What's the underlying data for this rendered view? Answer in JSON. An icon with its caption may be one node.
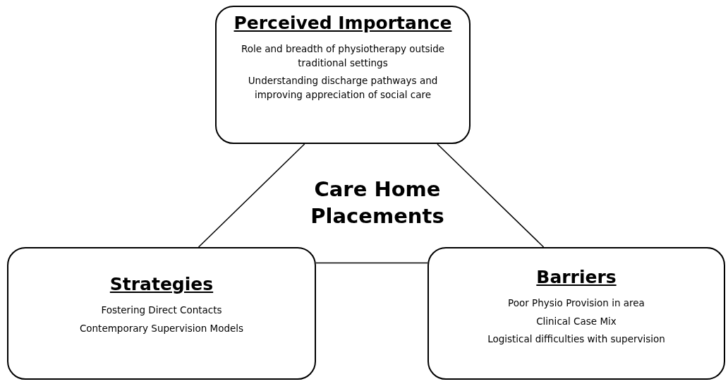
{
  "diagram": {
    "nodes": [
      {
        "text": [
          "Perceived Importance",
          "Role and breadth of physiotherapy outside traditional settings",
          "Understanding discharge pathways and improving appreciation of social care"
        ]
      },
      {
        "text": [
          "Strategies",
          "Fostering Direct Contacts",
          "Contemporary Supervision Models"
        ]
      },
      {
        "text": [
          "Barriers",
          "Poor Physio Provision in area",
          "Clinical Case Mix",
          "Logistical difficulties with supervision"
        ]
      }
    ],
    "edges": [
      {
        "from": 0,
        "to": 1,
        "arrow": "none"
      },
      {
        "from": 0,
        "to": 2,
        "arrow": "none"
      },
      {
        "from": 1,
        "to": 2,
        "arrow": "none"
      }
    ],
    "labels": [
      "Care Home Placements"
    ]
  }
}
